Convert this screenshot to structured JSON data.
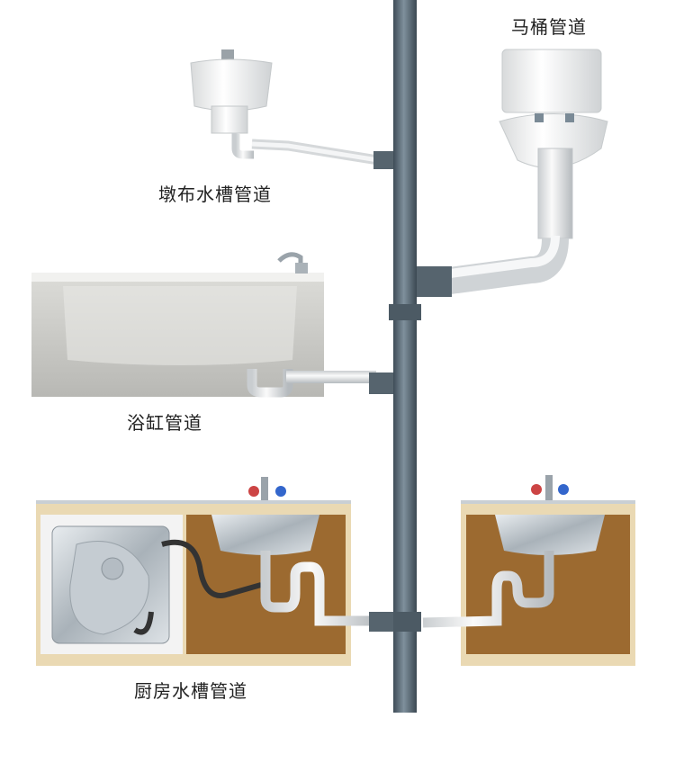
{
  "labels": {
    "toilet": "马桶管道",
    "mop_sink": "墩布水槽管道",
    "bathtub": "浴缸管道",
    "kitchen_sink": "厨房水槽管道"
  },
  "colors": {
    "main_pipe": "#5f707c",
    "branch_pipe": "#e6e8ea",
    "cabinet_frame": "#ead9b3",
    "cabinet_inner": "#9c6a30"
  }
}
